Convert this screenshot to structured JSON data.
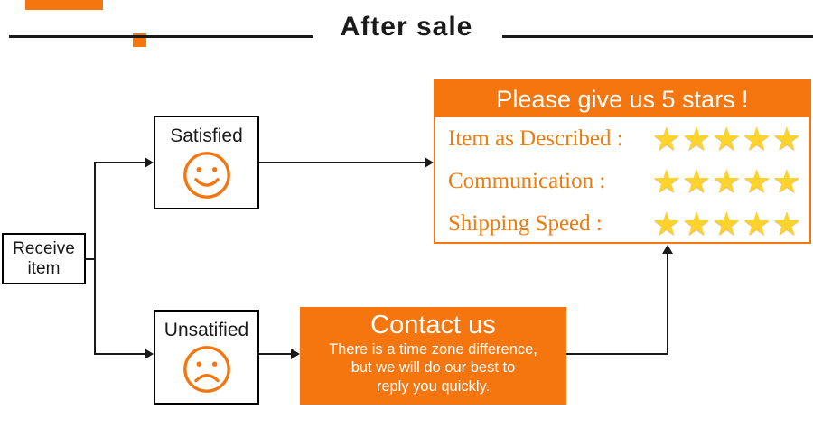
{
  "title": "After sale",
  "flow": {
    "receive_line1": "Receive",
    "receive_line2": "item",
    "satisfied": "Satisfied",
    "unsatisfied": "Unsatified"
  },
  "stars_panel": {
    "header": "Please give us 5 stars !",
    "rows": [
      {
        "label": "Item as Described :",
        "stars": 5
      },
      {
        "label": "Communication :",
        "stars": 5
      },
      {
        "label": "Shipping Speed :",
        "stars": 5
      }
    ]
  },
  "contact": {
    "title": "Contact us",
    "lines": [
      "There is a time zone difference,",
      "but we will do our best to",
      "reply you quickly."
    ]
  },
  "icons": {
    "happy_face": "happy-face-icon",
    "sad_face": "sad-face-icon",
    "star": "star-icon"
  },
  "colors": {
    "accent_orange": "#F5750E",
    "star_gold": "#FFD32E",
    "line_black": "#1A1A1A",
    "serif_label_orange": "#ED7D0E"
  }
}
